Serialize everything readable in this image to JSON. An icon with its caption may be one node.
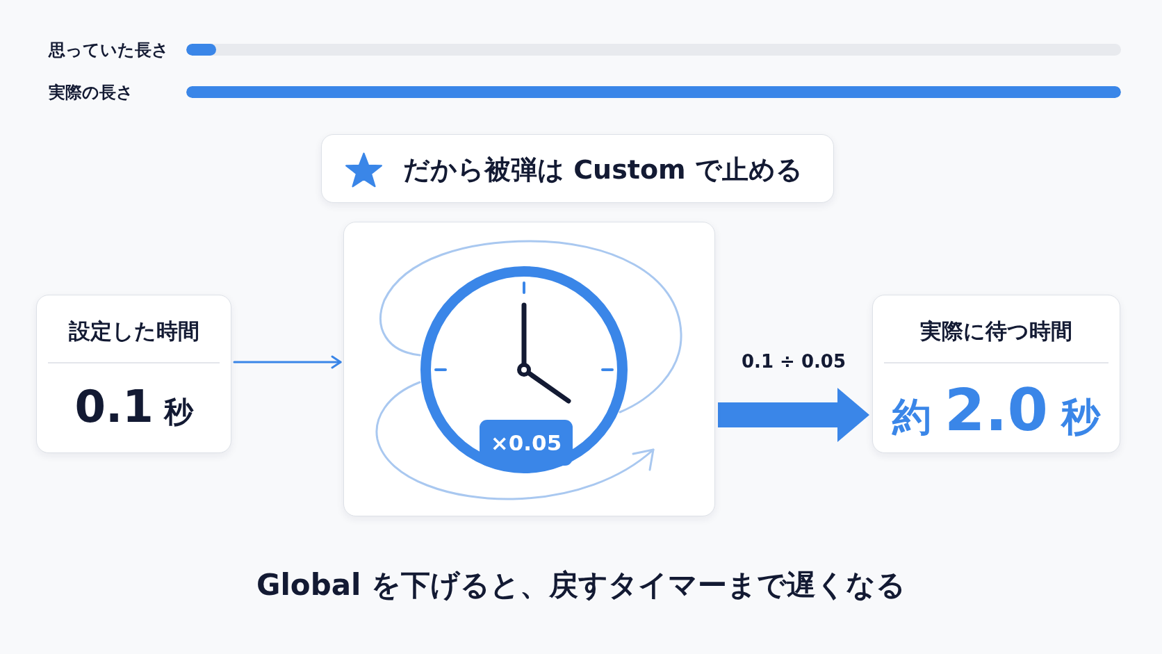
{
  "diagram": {
    "caption": "Global を下げると、戻すタイマーまで遅くなる",
    "nodes": [
      {
        "text": [
          "だから被弾は Custom で止める"
        ]
      },
      {
        "text": [
          "設定した時間",
          "0.1 秒"
        ]
      },
      {
        "text": [],
        "shape": "picture"
      },
      {
        "text": [
          "×0.05"
        ],
        "in": 2
      },
      {
        "text": [
          "実際に待つ時間",
          "約 2.0 秒"
        ]
      }
    ],
    "edges": [
      {
        "from": 1,
        "to": 2,
        "arrow": "to"
      },
      {
        "from": 2,
        "to": 4,
        "arrow": "to",
        "label": "0.1 ÷ 0.05",
        "style": "thick"
      }
    ],
    "labels": [
      "思っていた長さ",
      "実際の長さ"
    ]
  }
}
